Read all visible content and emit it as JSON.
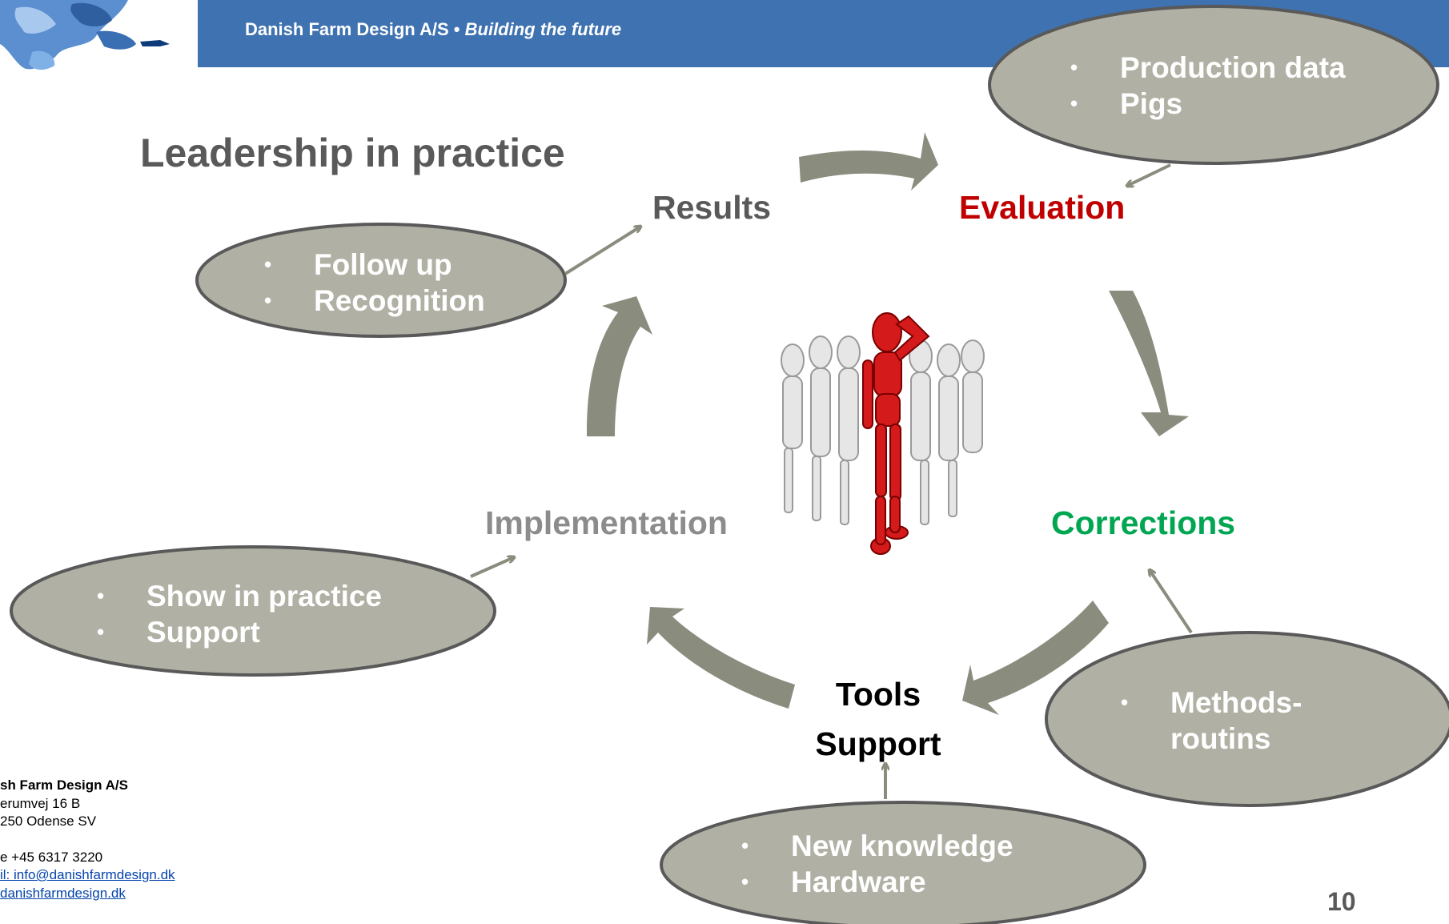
{
  "header": {
    "company": "Danish Farm Design A/S",
    "separator": " • ",
    "tagline": "Building the future"
  },
  "slide": {
    "title": "Leadership in practice",
    "page_number": "10"
  },
  "cycle": {
    "results": "Results",
    "evaluation": "Evaluation",
    "corrections": "Corrections",
    "implementation": "Implementation",
    "tools_line1": "Tools",
    "tools_line2": "Support"
  },
  "bubbles": {
    "evaluation_inputs": [
      "Production data",
      "Pigs"
    ],
    "results_inputs": [
      "Follow up",
      "Recognition"
    ],
    "implementation_inputs": [
      "Show in practice",
      "Support"
    ],
    "corrections_inputs": [
      "Methods-",
      "routins"
    ],
    "tools_inputs": [
      "New knowledge",
      "Hardware"
    ]
  },
  "footer": {
    "company": "sh Farm Design A/S",
    "street": "erumvej 16 B",
    "city": "250 Odense SV",
    "phone": "e +45 6317 3220",
    "email": "il: info@danishfarmdesign.dk",
    "web": "danishfarmdesign.dk"
  },
  "colors": {
    "header_blue": "#3f72b0",
    "bubble_fill": "#b0b0a4",
    "arrow_fill": "#8a8d7e",
    "evaluation_red": "#c00000",
    "corrections_green": "#00a651"
  },
  "icons": {
    "logo": "puzzle-logo",
    "center": "leader-figure-among-crowd"
  }
}
